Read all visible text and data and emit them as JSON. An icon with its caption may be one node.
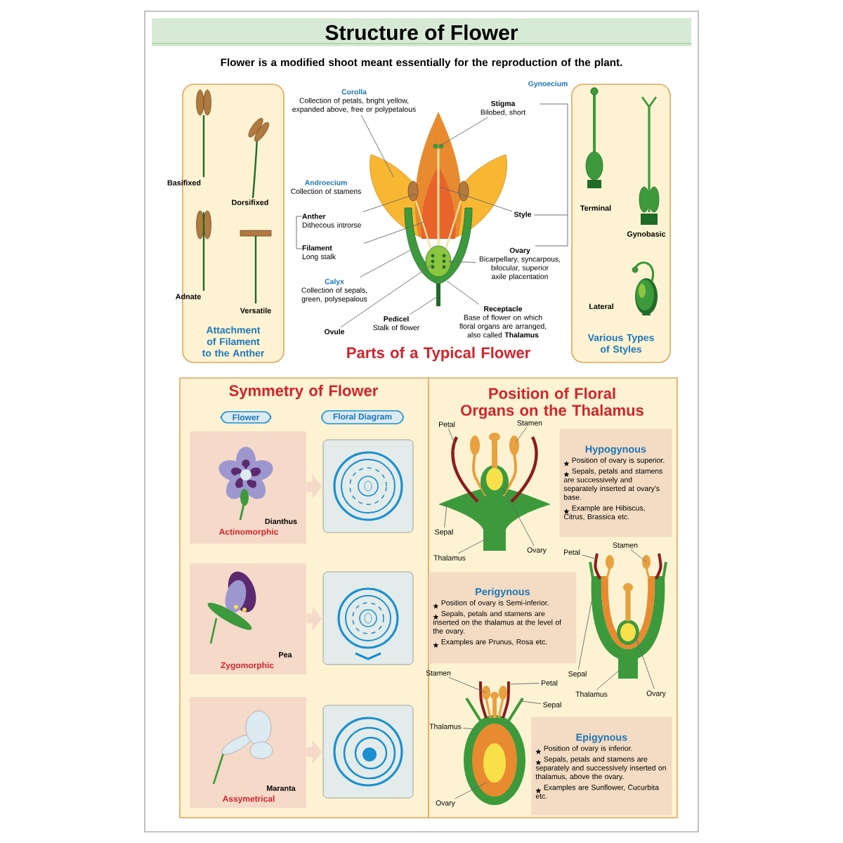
{
  "diagram": {
    "title": "Structure of Flower",
    "nodes": [
      {
        "text": [
          "Attachment of Filament to the Anther"
        ]
      },
      {
        "text": [],
        "shape": "picture",
        "in": 0,
        "beside": [
          "Basifixed"
        ]
      },
      {
        "text": [],
        "shape": "picture",
        "in": 0,
        "beside": [
          "Dorsifixed"
        ]
      },
      {
        "text": [],
        "shape": "picture",
        "in": 0,
        "beside": [
          "Adnate"
        ]
      },
      {
        "text": [],
        "shape": "picture",
        "in": 0,
        "beside": [
          "Versatile"
        ]
      },
      {
        "text": [],
        "shape": "picture"
      },
      {
        "text": [
          "Corolla",
          "Collection of petals, bright yellow, expanded above, free or polypetalous"
        ]
      },
      {
        "text": [
          "Androecium",
          "Collection of stamens"
        ]
      },
      {
        "text": [
          "Anther",
          "Dithecous introrse"
        ]
      },
      {
        "text": [
          "Filament",
          "Long stalk"
        ]
      },
      {
        "text": [
          "Calyx",
          "Collection of sepals, green, polysepalous"
        ]
      },
      {
        "text": [
          "Ovule"
        ]
      },
      {
        "text": [
          "Pedicel",
          "Stalk of flower"
        ]
      },
      {
        "text": [
          "Gynoecium"
        ]
      },
      {
        "text": [
          "Stigma",
          "Bilobed, short"
        ]
      },
      {
        "text": [
          "Style"
        ]
      },
      {
        "text": [
          "Ovary",
          "Bicarpellary, syncarpous, bilocular, superior axile placentation"
        ]
      },
      {
        "text": [
          "Receptacle",
          "Base of flower on which floral organs are arranged, also called **Thalamus**"
        ]
      },
      {
        "text": [
          "Various Types of Styles"
        ]
      },
      {
        "text": [],
        "shape": "picture",
        "in": 18,
        "beside": [
          "Terminal"
        ]
      },
      {
        "text": [],
        "shape": "picture",
        "in": 18,
        "beside": [
          "Gynobasic"
        ]
      },
      {
        "text": [],
        "shape": "picture",
        "in": 18,
        "beside": [
          "Lateral"
        ]
      },
      {
        "text": [
          "Symmetry of Flower"
        ]
      },
      {
        "text": [
          "Flower"
        ],
        "in": 22
      },
      {
        "text": [
          "Floral Diagram"
        ],
        "in": 22
      },
      {
        "text": [
          "Dianthus",
          "Actinomorphic"
        ],
        "in": 22
      },
      {
        "text": [],
        "shape": "picture",
        "in": 22
      },
      {
        "text": [
          "Pea",
          "Zygomorphic"
        ],
        "in": 22
      },
      {
        "text": [],
        "shape": "picture",
        "in": 22
      },
      {
        "text": [
          "Maranta",
          "Assymetrical"
        ],
        "in": 22
      },
      {
        "text": [],
        "shape": "picture",
        "in": 22
      },
      {
        "text": [
          "Position of Floral Organs on the Thalamus"
        ]
      },
      {
        "text": [],
        "shape": "picture",
        "in": 31
      },
      {
        "text": [
          "Petal"
        ],
        "in": 31
      },
      {
        "text": [
          "Stamen"
        ],
        "in": 31
      },
      {
        "text": [
          "Sepal"
        ],
        "in": 31
      },
      {
        "text": [
          "Thalamus"
        ],
        "in": 31
      },
      {
        "text": [
          "Ovary"
        ],
        "in": 31
      },
      {
        "text": [
          "Hypogynous",
          "Position of ovary is superior.",
          "Sepals, petals and stamens are successively and separately inserted at ovary's base.",
          "Example are Hibiscus, Citrus, Brassica etc."
        ],
        "in": 31
      },
      {
        "text": [
          "Perigynous",
          "Position of ovary is Semi-inferior.",
          "Sepals, petals and stamens are inserted on the thalamus at the level of the ovary.",
          "Examples are Prunus, Rosa etc."
        ],
        "in": 31
      },
      {
        "text": [],
        "shape": "picture",
        "in": 31
      },
      {
        "text": [
          "Petal"
        ],
        "in": 31
      },
      {
        "text": [
          "Stamen"
        ],
        "in": 31
      },
      {
        "text": [
          "Sepal"
        ],
        "in": 31
      },
      {
        "text": [
          "Thalamus"
        ],
        "in": 31
      },
      {
        "text": [
          "Ovary"
        ],
        "in": 31
      },
      {
        "text": [],
        "shape": "picture",
        "in": 31
      },
      {
        "text": [
          "Stamen"
        ],
        "in": 31
      },
      {
        "text": [
          "Petal"
        ],
        "in": 31
      },
      {
        "text": [
          "Sepal"
        ],
        "in": 31
      },
      {
        "text": [
          "Thalamus"
        ],
        "in": 31
      },
      {
        "text": [
          "Ovary"
        ],
        "in": 31
      },
      {
        "text": [
          "Epigynous",
          "Position of ovary is inferior.",
          "Sepals, petals and stamens are separately and successively inserted on thalamus, above the ovary.",
          "Examples are Sunflower, Cucurbita etc."
        ],
        "in": 31
      }
    ],
    "edges": [
      {
        "from": 6,
        "to": 5,
        "arrow": "none"
      },
      {
        "from": 8,
        "to": 5,
        "arrow": "none"
      },
      {
        "from": 9,
        "to": 5,
        "arrow": "none"
      },
      {
        "from": 10,
        "to": 5,
        "arrow": "none"
      },
      {
        "from": 11,
        "to": 5,
        "arrow": "none"
      },
      {
        "from": 12,
        "to": 5,
        "arrow": "none"
      },
      {
        "from": 14,
        "to": 5,
        "arrow": "none"
      },
      {
        "from": 15,
        "to": 5,
        "arrow": "none"
      },
      {
        "from": 16,
        "to": 5,
        "arrow": "none"
      },
      {
        "from": 17,
        "to": 5,
        "arrow": "none"
      },
      {
        "from": 25,
        "to": 26,
        "arrow": "to",
        "style": "thick",
        "color": "#f5d9c9"
      },
      {
        "from": 27,
        "to": 28,
        "arrow": "to",
        "style": "thick",
        "color": "#f5d9c9"
      },
      {
        "from": 29,
        "to": 30,
        "arrow": "to",
        "style": "thick",
        "color": "#f5d9c9"
      },
      {
        "from": 33,
        "to": 32,
        "arrow": "none"
      },
      {
        "from": 34,
        "to": 32,
        "arrow": "none"
      },
      {
        "from": 35,
        "to": 32,
        "arrow": "none"
      },
      {
        "from": 36,
        "to": 32,
        "arrow": "none"
      },
      {
        "from": 37,
        "to": 32,
        "arrow": "none"
      },
      {
        "from": 41,
        "to": 40,
        "arrow": "none"
      },
      {
        "from": 42,
        "to": 40,
        "arrow": "none"
      },
      {
        "from": 43,
        "to": 40,
        "arrow": "none"
      },
      {
        "from": 44,
        "to": 40,
        "arrow": "none"
      },
      {
        "from": 45,
        "to": 40,
        "arrow": "none"
      },
      {
        "from": 47,
        "to": 46,
        "arrow": "none"
      },
      {
        "from": 48,
        "to": 46,
        "arrow": "none"
      },
      {
        "from": 49,
        "to": 46,
        "arrow": "none"
      },
      {
        "from": 50,
        "to": 46,
        "arrow": "none"
      },
      {
        "from": 51,
        "to": 46,
        "arrow": "none"
      }
    ],
    "labels": [
      "Flower is a modified shoot meant essentially for the reproduction of the plant.",
      "Parts of a Typical Flower"
    ]
  }
}
